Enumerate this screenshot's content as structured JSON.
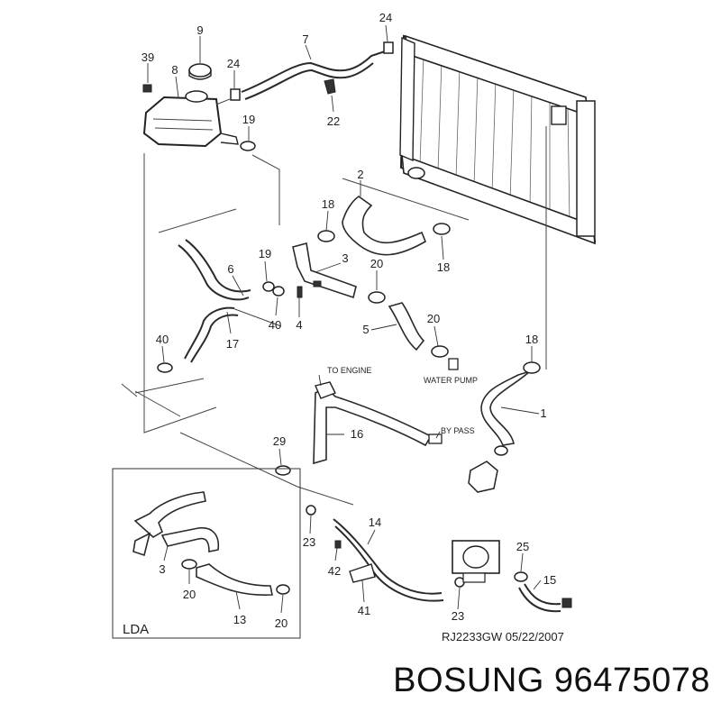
{
  "callouts": [
    {
      "id": "c9",
      "text": "9"
    },
    {
      "id": "c7",
      "text": "7"
    },
    {
      "id": "c24a",
      "text": "24"
    },
    {
      "id": "c39",
      "text": "39"
    },
    {
      "id": "c8",
      "text": "8"
    },
    {
      "id": "c24b",
      "text": "24"
    },
    {
      "id": "c19a",
      "text": "19"
    },
    {
      "id": "c22",
      "text": "22"
    },
    {
      "id": "c2",
      "text": "2"
    },
    {
      "id": "c18a",
      "text": "18"
    },
    {
      "id": "c18b",
      "text": "18"
    },
    {
      "id": "c19b",
      "text": "19"
    },
    {
      "id": "c3",
      "text": "3"
    },
    {
      "id": "c6",
      "text": "6"
    },
    {
      "id": "c20a",
      "text": "20"
    },
    {
      "id": "c40a",
      "text": "40"
    },
    {
      "id": "c4",
      "text": "4"
    },
    {
      "id": "c5",
      "text": "5"
    },
    {
      "id": "c20b",
      "text": "20"
    },
    {
      "id": "c40b",
      "text": "40"
    },
    {
      "id": "c17",
      "text": "17"
    },
    {
      "id": "c18c",
      "text": "18"
    },
    {
      "id": "c1",
      "text": "1"
    },
    {
      "id": "c16",
      "text": "16"
    },
    {
      "id": "c29",
      "text": "29"
    },
    {
      "id": "c14",
      "text": "14"
    },
    {
      "id": "c23a",
      "text": "23"
    },
    {
      "id": "c42",
      "text": "42"
    },
    {
      "id": "c25",
      "text": "25"
    },
    {
      "id": "c15",
      "text": "15"
    },
    {
      "id": "c41",
      "text": "41"
    },
    {
      "id": "c23b",
      "text": "23"
    },
    {
      "id": "c3b",
      "text": "3"
    },
    {
      "id": "c20c",
      "text": "20"
    },
    {
      "id": "c13",
      "text": "13"
    },
    {
      "id": "c20d",
      "text": "20"
    }
  ],
  "notes": {
    "to_engine": "TO ENGINE",
    "by_pass": "BY PASS",
    "water_pump": "WATER PUMP"
  },
  "inset_label": "LDA",
  "reference": "RJ2233GW  05/22/2007",
  "brand": "BOSUNG 96475078"
}
